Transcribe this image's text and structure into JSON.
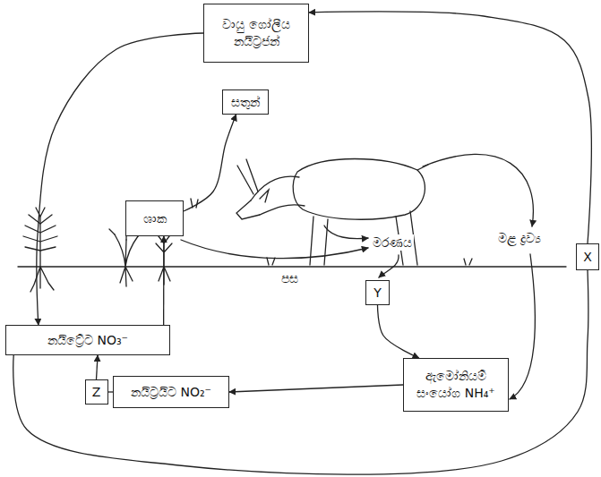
{
  "diagram": {
    "nodes": [
      {
        "text": [
          "වායු ගෝලීය නයිට්‍රජන්"
        ]
      },
      {
        "text": [
          "සතුන්"
        ]
      },
      {
        "text": [
          "ශාක"
        ]
      },
      {
        "text": [
          "නයිට්‍රේට NO₃⁻"
        ]
      },
      {
        "text": [
          "Z"
        ]
      },
      {
        "text": [
          "නයිට්‍රයිට NO₂⁻"
        ]
      },
      {
        "text": [
          "ඇමෝනියම් සංයෝග NH₄⁺"
        ]
      },
      {
        "text": [
          "Y"
        ]
      },
      {
        "text": [
          "X"
        ]
      }
    ],
    "edges": [
      {
        "from": 0,
        "to": 3,
        "arrow": "to"
      },
      {
        "from": 3,
        "to": 2,
        "arrow": "to"
      },
      {
        "from": 2,
        "to": 1,
        "arrow": "to"
      },
      {
        "from": 8,
        "to": 0,
        "arrow": "to"
      },
      {
        "from": 3,
        "to": 8,
        "arrow": "none"
      },
      {
        "from": 7,
        "to": 6,
        "arrow": "to"
      },
      {
        "from": 6,
        "to": 5,
        "arrow": "to"
      },
      {
        "from": 5,
        "to": 4,
        "arrow": "none"
      },
      {
        "from": 4,
        "to": 3,
        "arrow": "to"
      }
    ],
    "labels": [
      "මරණය",
      "මළ ද්‍රව්‍ය",
      "පස"
    ]
  }
}
